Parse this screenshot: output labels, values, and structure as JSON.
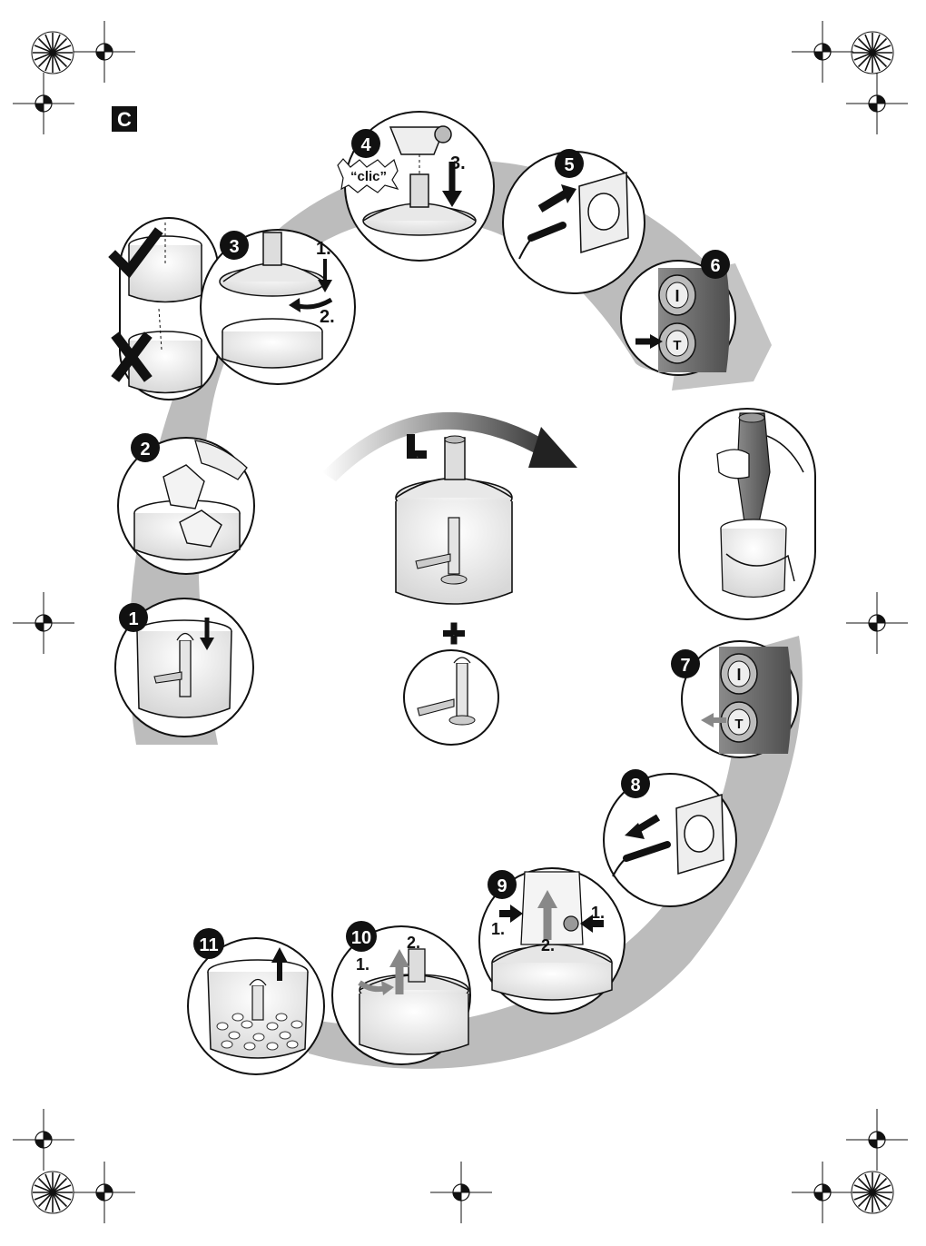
{
  "section_label": "C",
  "steps": [
    {
      "number": "1"
    },
    {
      "number": "2"
    },
    {
      "number": "3",
      "sub_labels": [
        "1.",
        "2."
      ]
    },
    {
      "number": "4",
      "sub_labels": [
        "3."
      ],
      "sound": "“clic”"
    },
    {
      "number": "5"
    },
    {
      "number": "6"
    },
    {
      "number": "7"
    },
    {
      "number": "8"
    },
    {
      "number": "9",
      "sub_labels": [
        "1.",
        "2.",
        "1."
      ]
    },
    {
      "number": "10",
      "sub_labels": [
        "1.",
        "2."
      ]
    },
    {
      "number": "11"
    }
  ],
  "center": {
    "mode_letter": "L",
    "plus": "+"
  },
  "switch_buttons": {
    "on": "I",
    "turbo": "T"
  },
  "icons": [
    "check-mark-icon",
    "cross-mark-icon",
    "registration-mark-icon",
    "rotation-arrow-icon"
  ],
  "colors": {
    "ink": "#111111",
    "shadow": "#b8b8b8",
    "badge": "#1a1a1a",
    "handle": "#6b6b6b"
  }
}
